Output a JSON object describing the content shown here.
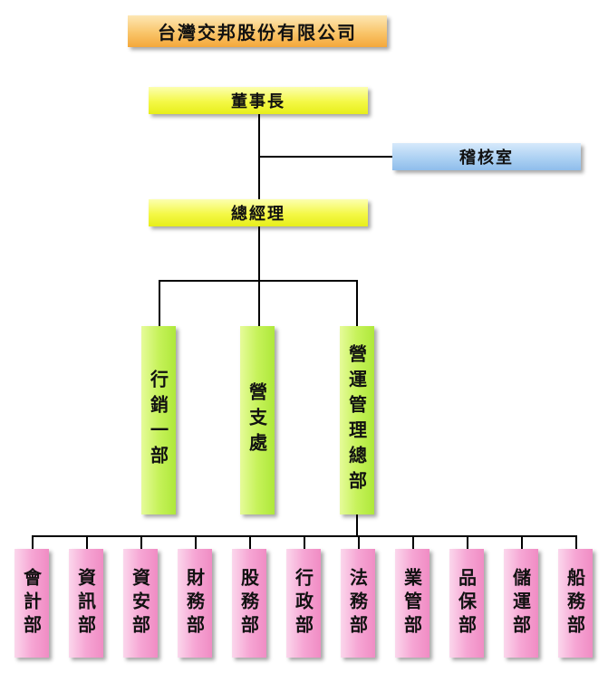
{
  "title": "台灣交邦股份有限公司",
  "chairman": "董事長",
  "audit": "稽核室",
  "gm": "總經理",
  "divisions": [
    "行銷一部",
    "營支處",
    "營運管理總部"
  ],
  "departments": [
    "會計部",
    "資訊部",
    "資安部",
    "財務部",
    "股務部",
    "行政部",
    "法務部",
    "業管部",
    "品保部",
    "儲運部",
    "船務部"
  ],
  "colors": {
    "title": "#f9c56a",
    "executive": "#f4f846",
    "audit": "#a9cff2",
    "division": "#c6f25a",
    "department": "#f6a6d4"
  }
}
